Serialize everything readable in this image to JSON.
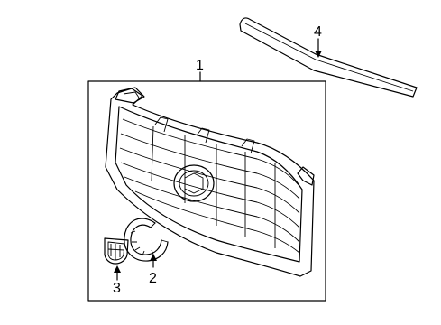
{
  "callouts": {
    "grille_assembly": "1",
    "ring_emblem": "2",
    "crest_emblem": "3",
    "upper_molding": "4"
  }
}
